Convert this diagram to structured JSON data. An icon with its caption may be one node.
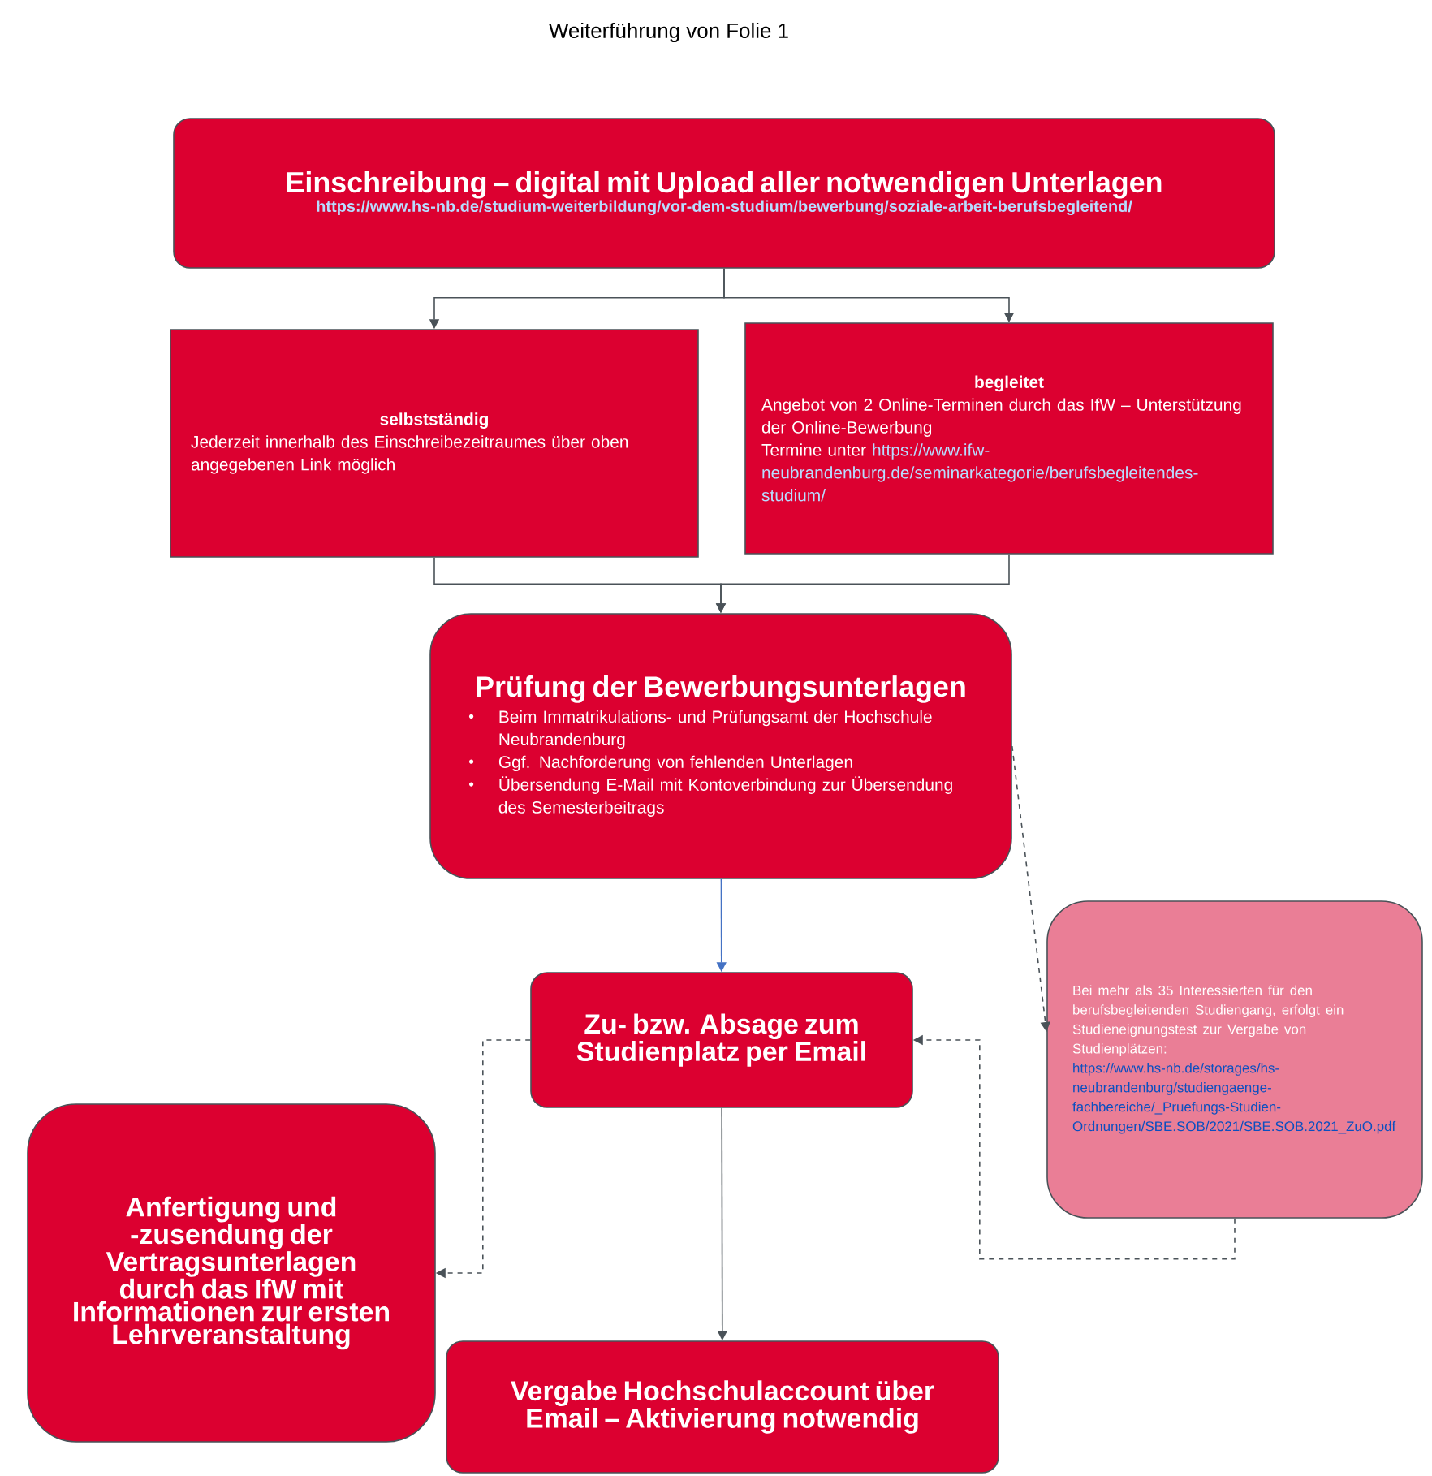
{
  "diagram": {
    "title": "Weiterführung von Folie 1",
    "nodes": [
      {
        "text": [
          "Einschreibung – digital mit Upload aller notwendigen Unterlagen",
          "https://www.hs-nb.de/studium-weiterbildung/vor-dem-studium/bewerbung/soziale-arbeit-berufsbegleitend/"
        ]
      },
      {
        "text": [
          "selbstständig",
          "Jederzeit innerhalb des Einschreibezeitraumes über oben angegebenen Link möglich"
        ]
      },
      {
        "text": [
          "begleitet",
          "Angebot von 2 Online-Terminen durch das IfW – Unterstützung der Online-Bewerbung",
          "Termine unter",
          "https://www.ifw-neubrandenburg.de/seminarkategorie/berufsbegleitendes-studium/"
        ]
      },
      {
        "text": [
          "Prüfung der Bewerbungsunterlagen",
          "Beim Immatrikulations- und Prüfungsamt der Hochschule Neubrandenburg",
          "Ggf. Nachforderung von fehlenden Unterlagen",
          "Übersendung E-Mail mit Kontoverbindung zur Übersendung des Semesterbeitrags"
        ]
      },
      {
        "text": [
          "Zu- bzw. Absage zum Studienplatz per Email"
        ]
      },
      {
        "text": [
          "Anfertigung und -zusendung der Vertragsunterlagen durch das IfW mit Informationen zur ersten Lehrveranstaltung"
        ]
      },
      {
        "text": [
          "Vergabe Hochschulaccount über Email – Aktivierung notwendig"
        ]
      },
      {
        "text": [
          "Bei mehr als 35 Interessierten für den berufsbegleitenden Studiengang, erfolgt ein Studieneignungstest zur Vergabe von Studienplätzen:",
          "https://www.hs-nb.de/storages/hs-neubrandenburg/studiengaenge-fachbereiche/_Pruefungs-Studien-Ordnungen/SBE.SOB/2021/SBE.SOB.2021_ZuO.pdf"
        ]
      }
    ],
    "edges": [
      {
        "from": 0,
        "to": 1,
        "arrow": "to"
      },
      {
        "from": 0,
        "to": 2,
        "arrow": "to"
      },
      {
        "from": 1,
        "to": 3,
        "arrow": "to"
      },
      {
        "from": 2,
        "to": 3,
        "arrow": "to"
      },
      {
        "from": 3,
        "to": 4,
        "arrow": "to",
        "color": "#4472c4"
      },
      {
        "from": 3,
        "to": 7,
        "arrow": "to",
        "style": "dashed"
      },
      {
        "from": 7,
        "to": 4,
        "arrow": "to",
        "style": "dashed"
      },
      {
        "from": 4,
        "to": 5,
        "arrow": "to",
        "style": "dashed"
      },
      {
        "from": 4,
        "to": 6,
        "arrow": "to"
      }
    ]
  }
}
